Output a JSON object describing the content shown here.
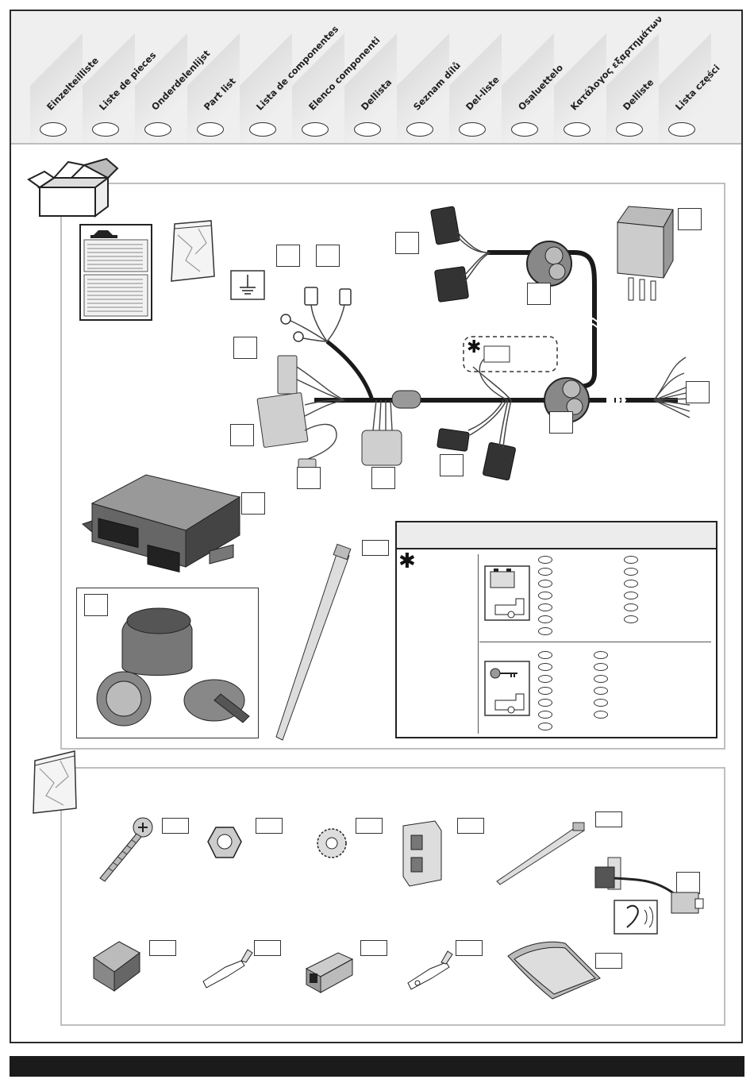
{
  "header": {
    "labels": [
      "Einzelteilliste",
      "Liste de pieces",
      "Onderdelenlijst",
      "Part list",
      "Lista de componentes",
      "Elenco componenti",
      "Dellista",
      "Seznam dílů",
      "Del-liste",
      "Osaluettelo",
      "Κατάλογος εξαρτημάτων",
      "Delliste",
      "Lista części"
    ]
  },
  "table": {
    "asterisk": "✱",
    "battery_icon": "battery-icon",
    "key_icon": "key-icon"
  }
}
